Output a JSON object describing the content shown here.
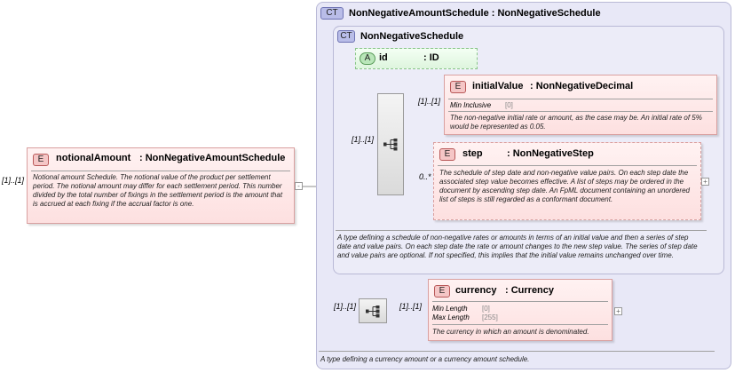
{
  "outer_type": {
    "badge": "CT",
    "title": "NonNegativeAmountSchedule : NonNegativeSchedule",
    "description": "A type defining a currency amount or a currency amount schedule."
  },
  "inner_type": {
    "badge": "CT",
    "title": "NonNegativeSchedule",
    "description": "A type defining a schedule of non-negative rates or amounts in terms of an initial value and then a series of step date and value pairs. On each step date the rate or amount changes to the new step value. The series of step date and value pairs are optional. If not specified, this implies that the initial value remains unchanged over time."
  },
  "attribute_id": {
    "badge": "A",
    "name": "id",
    "type": ": ID"
  },
  "notional_amount": {
    "badge": "E",
    "cardinality": "[1]..[1]",
    "name": "notionalAmount",
    "type": ": NonNegativeAmountSchedule",
    "description": "Notional amount Schedule. The notional value of the product per settlement period. The notional amount may differ for each settlement period. This number divided by the total number of fixings in the settlement period is the amount that is accrued at each fixing if the accrual factor is one."
  },
  "initial_value": {
    "badge": "E",
    "cardinality": "[1]..[1]",
    "name": "initialValue",
    "type": ": NonNegativeDecimal",
    "facet_label": "Min Inclusive",
    "facet_value": "[0]",
    "description": "The non-negative initial rate or amount, as the case may be. An initial rate of 5% would be represented as 0.05."
  },
  "step": {
    "badge": "E",
    "cardinality": "0..*",
    "name": "step",
    "type": ": NonNegativeStep",
    "description": "The schedule of step date and non-negative value pairs. On each step date the associated step value becomes effective. A list of steps may be ordered in the document by ascending step date. An FpML document containing an unordered list of steps is still regarded as a conformant document."
  },
  "inner_sequence": {
    "cardinality": "[1]..[1]"
  },
  "outer_sequence": {
    "cardinality": "[1]..[1]"
  },
  "currency": {
    "badge": "E",
    "cardinality": "[1]..[1]",
    "name": "currency",
    "type": ": Currency",
    "facets": [
      {
        "label": "Min Length",
        "value": "[0]"
      },
      {
        "label": "Max Length",
        "value": "[255]"
      }
    ],
    "description": "The currency in which an amount is denominated."
  },
  "icons": {
    "sequence": "sequence-compositor-icon",
    "expand": "expand-plus-icon"
  },
  "colors": {
    "element_fill": "#fde0e0",
    "element_border": "#d9a0a0",
    "type_fill": "#e8e8f7",
    "attribute_fill": "#def5de"
  }
}
